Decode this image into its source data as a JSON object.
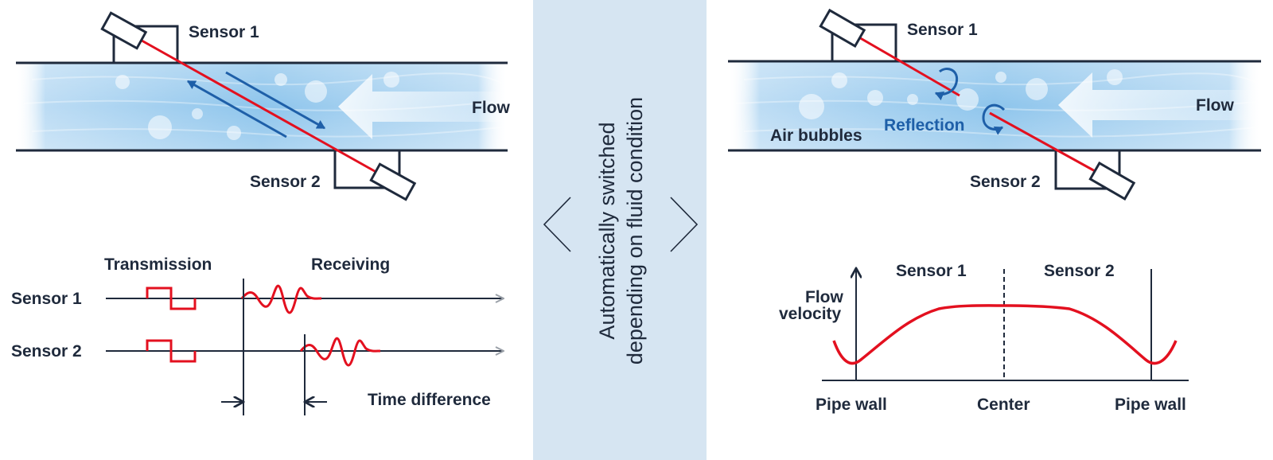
{
  "left_diagram": {
    "sensor1_label": "Sensor 1",
    "sensor2_label": "Sensor 2",
    "flow_label": "Flow"
  },
  "timing_chart": {
    "transmission_label": "Transmission",
    "receiving_label": "Receiving",
    "sensor1_label": "Sensor 1",
    "sensor2_label": "Sensor 2",
    "time_difference_label": "Time difference"
  },
  "center_band": {
    "line1": "Automatically switched",
    "line2": "depending on fluid condition"
  },
  "right_diagram": {
    "sensor1_label": "Sensor 1",
    "sensor2_label": "Sensor 2",
    "flow_label": "Flow",
    "air_bubbles_label": "Air bubbles",
    "reflection_label": "Reflection"
  },
  "profile_chart": {
    "sensor1_label": "Sensor 1",
    "sensor2_label": "Sensor 2",
    "y_label_line1": "Flow",
    "y_label_line2": "velocity",
    "x_left_label": "Pipe wall",
    "x_center_label": "Center",
    "x_right_label": "Pipe wall"
  },
  "colors": {
    "signal_red": "#e3101f",
    "text_dark": "#1f2a3c",
    "accent_blue": "#1e5fa8",
    "band_blue": "#d6e5f2",
    "pipe_blue": "#8ec5ec"
  }
}
